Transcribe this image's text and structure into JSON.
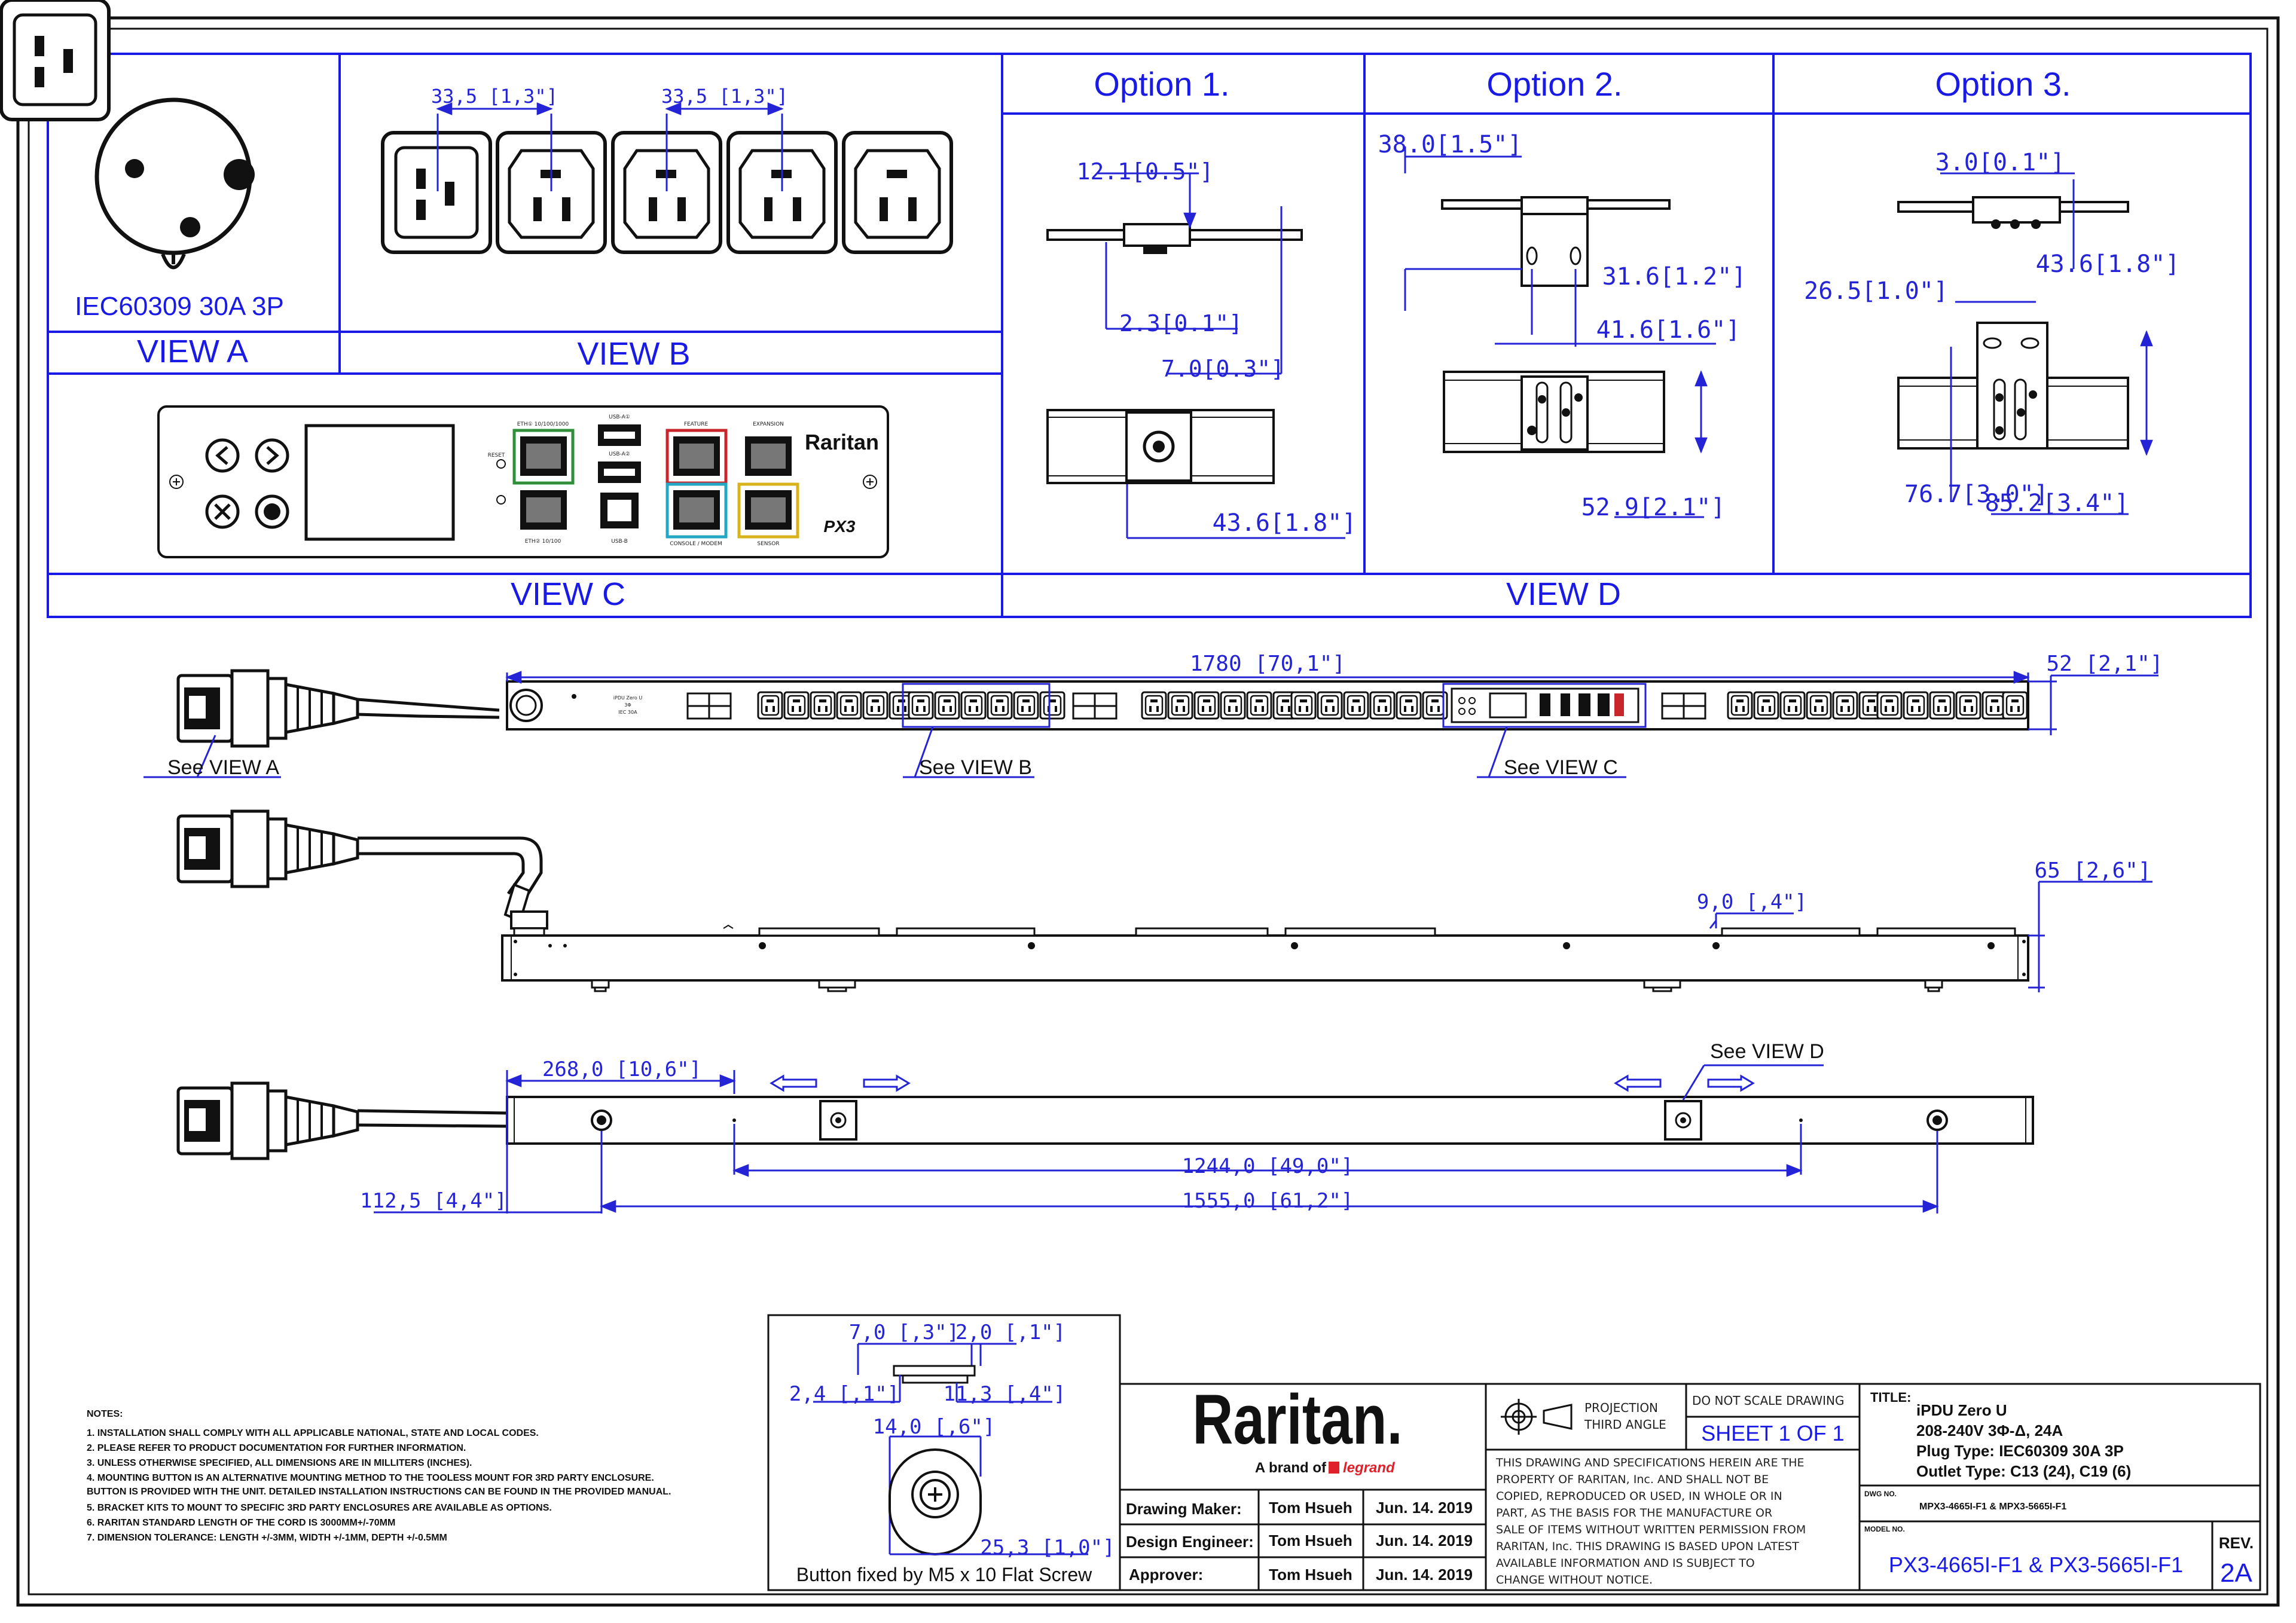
{
  "views": {
    "a": {
      "title": "VIEW A",
      "plug": "IEC60309 30A 3P"
    },
    "b": {
      "title": "VIEW B",
      "pitch1": "33,5 [1,3\"]",
      "pitch2": "33,5 [1,3\"]"
    },
    "c": {
      "title": "VIEW C",
      "labels": {
        "reset": "RESET",
        "eth1": "ETH① 10/100/1000",
        "eth2": "ETH② 10/100",
        "usb_a1": "USB-A①",
        "usb_a2": "USB-A②",
        "usb_b": "USB-B",
        "feature": "FEATURE",
        "expansion": "EXPANSION",
        "console": "CONSOLE / MODEM",
        "sensor": "SENSOR",
        "brand": "Raritan",
        "model": "PX3"
      }
    },
    "d": {
      "title": "VIEW D"
    }
  },
  "options": [
    {
      "title": "Option 1.",
      "dims": [
        "12.1[0.5\"]",
        "2.3[0.1\"]",
        "7.0[0.3\"]",
        "43.6[1.8\"]"
      ]
    },
    {
      "title": "Option  2.",
      "dims": [
        "38.0[1.5\"]",
        "31.6[1.2\"]",
        "41.6[1.6\"]",
        "52.9[2.1\"]"
      ]
    },
    {
      "title": "Option 3.",
      "dims": [
        "3.0[0.1\"]",
        "43.6[1.8\"]",
        "26.5[1.0\"]",
        "76.7[3.0\"]",
        "85.2[3.4\"]"
      ]
    }
  ],
  "main": {
    "length": "1780  [70,1\"]",
    "width": "52  [2,1\"]",
    "depth": "65  [2,6\"]",
    "bracket_offset": "9,0  [,4\"]",
    "mount_offset": "268,0  [10,6\"]",
    "span_inner": "1244,0  [49,0\"]",
    "span_outer": "1555,0  [61,2\"]",
    "end_offset": "112,5  [4,4\"]",
    "refs": {
      "a": "See VIEW A",
      "b": "See VIEW B",
      "c": "See VIEW C",
      "d": "See VIEW D"
    },
    "label_lines": [
      "iPDU Zero U",
      "3Φ",
      "IEC 30A"
    ]
  },
  "button_detail": {
    "dims": [
      "7,0  [,3\"]",
      "2,0  [,1\"]",
      "2,4  [,1\"]",
      "11,3  [,4\"]",
      "14,0  [,6\"]",
      "25,3  [1,0\"]"
    ],
    "caption": "Button fixed by M5 x 10 Flat Screw"
  },
  "notes": {
    "heading": "NOTES:",
    "items": [
      "1. INSTALLATION SHALL COMPLY WITH ALL APPLICABLE NATIONAL, STATE AND LOCAL CODES.",
      "2. PLEASE REFER TO PRODUCT DOCUMENTATION FOR FURTHER INFORMATION.",
      "3. UNLESS OTHERWISE SPECIFIED, ALL DIMENSIONS ARE IN MILLITERS (INCHES).",
      "4. MOUNTING BUTTON IS AN ALTERNATIVE MOUNTING METHOD TO THE TOOLESS MOUNT FOR 3RD PARTY ENCLOSURE.",
      "    BUTTON IS PROVIDED WITH THE UNIT. DETAILED INSTALLATION INSTRUCTIONS CAN BE FOUND IN THE PROVIDED MANUAL.",
      "5. BRACKET KITS TO MOUNT TO SPECIFIC 3RD PARTY ENCLOSURES ARE AVAILABLE AS OPTIONS.",
      "6. RARITAN STANDARD LENGTH OF THE CORD IS 3000MM+/-70MM",
      "7. DIMENSION TOLERANCE: LENGTH +/-3MM, WIDTH +/-1MM, DEPTH +/-0.5MM"
    ]
  },
  "titleblock": {
    "logo": "Raritan.",
    "tagline_prefix": "A brand of ",
    "tagline_brand": "legrand",
    "people": [
      {
        "role": "Drawing Maker:",
        "name": "Tom Hsueh",
        "date": "Jun. 14. 2019"
      },
      {
        "role": "Design Engineer:",
        "name": "Tom Hsueh",
        "date": "Jun. 14. 2019"
      },
      {
        "role": "Approver:",
        "name": "Tom Hsueh",
        "date": "Jun. 14. 2019"
      }
    ],
    "projection": [
      "PROJECTION",
      "THIRD ANGLE"
    ],
    "no_scale": "DO NOT SCALE DRAWING",
    "sheet": "SHEET 1 OF 1",
    "disclaimer": [
      "THIS DRAWING AND SPECIFICATIONS HEREIN ARE THE",
      "PROPERTY OF RARITAN, Inc. AND SHALL NOT BE",
      "COPIED, REPRODUCED OR USED, IN WHOLE OR IN",
      "PART, AS THE BASIS FOR THE MANUFACTURE OR",
      "SALE OF ITEMS WITHOUT WRITTEN PERMISSION FROM",
      "RARITAN, Inc. THIS DRAWING IS BASED UPON LATEST",
      "AVAILABLE INFORMATION AND IS SUBJECT TO",
      "CHANGE WITHOUT NOTICE."
    ],
    "title_label": "TITLE:",
    "title_lines": [
      "iPDU Zero U",
      "208-240V 3Φ-Δ, 24A",
      "Plug Type: IEC60309 30A 3P",
      "Outlet Type: C13 (24), C19 (6)"
    ],
    "dwg_label": "DWG NO.",
    "dwg_no": "MPX3-4665I-F1 & MPX3-5665I-F1",
    "model_label": "MODEL NO.",
    "model_no": "PX3-4665I-F1 & PX3-5665I-F1",
    "rev_label": "REV.",
    "rev": "2A"
  },
  "colors": {
    "frame": "#1a1ae6",
    "dimension": "#2424d6",
    "ink": "#111111",
    "legrand": "#e0202a",
    "eth_green": "#2f8f3a",
    "feature_red": "#c9262c",
    "console_cyan": "#22a7c4",
    "sensor_yellow": "#d8b41a"
  }
}
